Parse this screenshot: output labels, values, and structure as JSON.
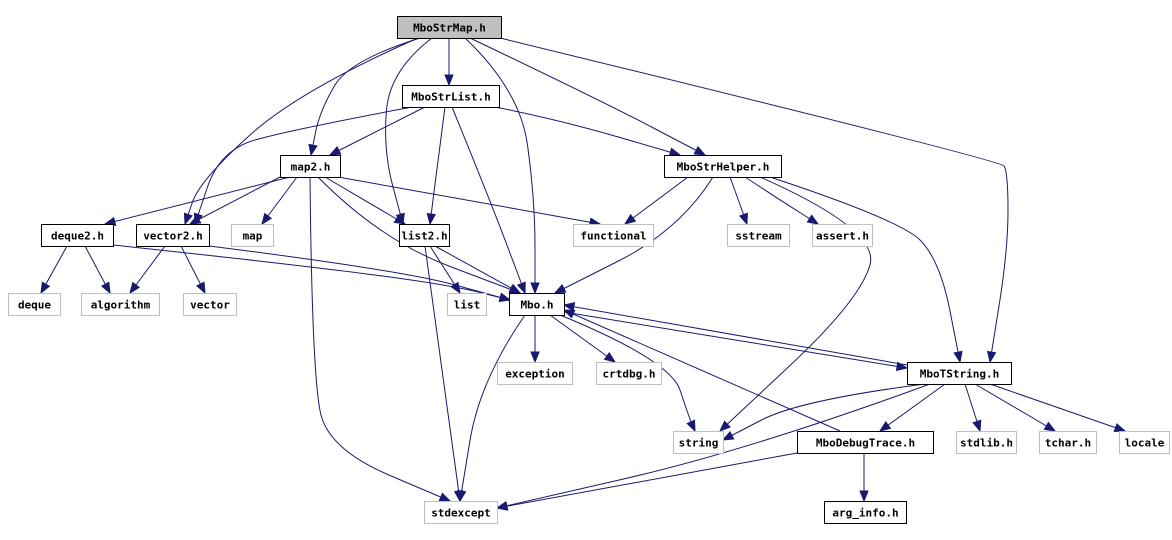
{
  "title": "MboStrMap.h",
  "colors": {
    "edge": "#191970",
    "root_fill": "#bfbfbf",
    "documented_border": "#000000",
    "external_border": "#bfbfbf",
    "node_fill": "#ffffff"
  },
  "nodes": [
    {
      "id": "MboStrMap",
      "label": "MboStrMap.h",
      "kind": "root"
    },
    {
      "id": "MboStrList",
      "label": "MboStrList.h",
      "kind": "documented"
    },
    {
      "id": "map2",
      "label": "map2.h",
      "kind": "documented"
    },
    {
      "id": "MboStrHelper",
      "label": "MboStrHelper.h",
      "kind": "documented"
    },
    {
      "id": "deque2",
      "label": "deque2.h",
      "kind": "documented"
    },
    {
      "id": "vector2",
      "label": "vector2.h",
      "kind": "documented"
    },
    {
      "id": "map",
      "label": "map",
      "kind": "external"
    },
    {
      "id": "list2",
      "label": "list2.h",
      "kind": "documented"
    },
    {
      "id": "functional",
      "label": "functional",
      "kind": "external"
    },
    {
      "id": "sstream",
      "label": "sstream",
      "kind": "external"
    },
    {
      "id": "assert",
      "label": "assert.h",
      "kind": "external"
    },
    {
      "id": "deque",
      "label": "deque",
      "kind": "external"
    },
    {
      "id": "algorithm",
      "label": "algorithm",
      "kind": "external"
    },
    {
      "id": "vector",
      "label": "vector",
      "kind": "external"
    },
    {
      "id": "list",
      "label": "list",
      "kind": "external"
    },
    {
      "id": "Mbo",
      "label": "Mbo.h",
      "kind": "documented"
    },
    {
      "id": "exception",
      "label": "exception",
      "kind": "external"
    },
    {
      "id": "crtdbg",
      "label": "crtdbg.h",
      "kind": "external"
    },
    {
      "id": "MboTString",
      "label": "MboTString.h",
      "kind": "documented"
    },
    {
      "id": "string",
      "label": "string",
      "kind": "external"
    },
    {
      "id": "MboDebugTrace",
      "label": "MboDebugTrace.h",
      "kind": "documented"
    },
    {
      "id": "stdlib",
      "label": "stdlib.h",
      "kind": "external"
    },
    {
      "id": "tchar",
      "label": "tchar.h",
      "kind": "external"
    },
    {
      "id": "locale",
      "label": "locale",
      "kind": "external"
    },
    {
      "id": "stdexcept",
      "label": "stdexcept",
      "kind": "external"
    },
    {
      "id": "arg_info",
      "label": "arg_info.h",
      "kind": "documented"
    }
  ],
  "edges": [
    {
      "from": "MboStrMap",
      "to": "MboStrList"
    },
    {
      "from": "MboStrMap",
      "to": "map2"
    },
    {
      "from": "MboStrMap",
      "to": "vector2"
    },
    {
      "from": "MboStrMap",
      "to": "list2"
    },
    {
      "from": "MboStrMap",
      "to": "Mbo"
    },
    {
      "from": "MboStrMap",
      "to": "MboStrHelper"
    },
    {
      "from": "MboStrMap",
      "to": "MboTString"
    },
    {
      "from": "MboStrList",
      "to": "map2"
    },
    {
      "from": "MboStrList",
      "to": "vector2"
    },
    {
      "from": "MboStrList",
      "to": "list2"
    },
    {
      "from": "MboStrList",
      "to": "Mbo"
    },
    {
      "from": "MboStrList",
      "to": "MboStrHelper"
    },
    {
      "from": "map2",
      "to": "deque2"
    },
    {
      "from": "map2",
      "to": "vector2"
    },
    {
      "from": "map2",
      "to": "map"
    },
    {
      "from": "map2",
      "to": "list2"
    },
    {
      "from": "map2",
      "to": "Mbo"
    },
    {
      "from": "map2",
      "to": "functional"
    },
    {
      "from": "map2",
      "to": "stdexcept"
    },
    {
      "from": "MboStrHelper",
      "to": "functional"
    },
    {
      "from": "MboStrHelper",
      "to": "sstream"
    },
    {
      "from": "MboStrHelper",
      "to": "assert"
    },
    {
      "from": "MboStrHelper",
      "to": "Mbo"
    },
    {
      "from": "MboStrHelper",
      "to": "string"
    },
    {
      "from": "MboStrHelper",
      "to": "MboTString"
    },
    {
      "from": "deque2",
      "to": "deque"
    },
    {
      "from": "deque2",
      "to": "algorithm"
    },
    {
      "from": "deque2",
      "to": "Mbo"
    },
    {
      "from": "vector2",
      "to": "algorithm"
    },
    {
      "from": "vector2",
      "to": "vector"
    },
    {
      "from": "vector2",
      "to": "Mbo"
    },
    {
      "from": "list2",
      "to": "list"
    },
    {
      "from": "list2",
      "to": "Mbo"
    },
    {
      "from": "list2",
      "to": "stdexcept"
    },
    {
      "from": "Mbo",
      "to": "exception"
    },
    {
      "from": "Mbo",
      "to": "crtdbg"
    },
    {
      "from": "Mbo",
      "to": "string"
    },
    {
      "from": "Mbo",
      "to": "stdexcept"
    },
    {
      "from": "Mbo",
      "to": "MboTString"
    },
    {
      "from": "MboTString",
      "to": "Mbo"
    },
    {
      "from": "MboTString",
      "to": "string"
    },
    {
      "from": "MboTString",
      "to": "MboDebugTrace"
    },
    {
      "from": "MboTString",
      "to": "stdlib"
    },
    {
      "from": "MboTString",
      "to": "tchar"
    },
    {
      "from": "MboTString",
      "to": "locale"
    },
    {
      "from": "MboTString",
      "to": "stdexcept"
    },
    {
      "from": "MboDebugTrace",
      "to": "Mbo"
    },
    {
      "from": "MboDebugTrace",
      "to": "arg_info"
    },
    {
      "from": "MboDebugTrace",
      "to": "stdexcept"
    }
  ]
}
